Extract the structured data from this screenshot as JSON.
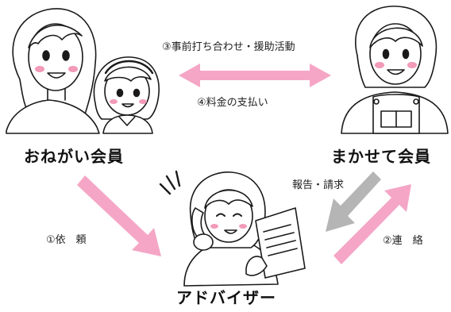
{
  "roles": {
    "requester": "おねがい会員",
    "helper": "まかせて会員",
    "advisor": "アドバイザー"
  },
  "flows": {
    "step1": "①依　頼",
    "step2": "②連　絡",
    "step3": "③事前打ち合わせ・援助活動",
    "step4": "④料金の支払い",
    "report": "報告・請求"
  },
  "colors": {
    "arrow_pink": "#f5a6c6",
    "arrow_gray": "#b5b5b5",
    "cheek": "#f29ab8",
    "line": "#1a1a1a"
  },
  "icons": {
    "requester": "mother-and-child-illustration",
    "helper": "woman-in-apron-illustration",
    "advisor": "woman-on-phone-illustration"
  }
}
